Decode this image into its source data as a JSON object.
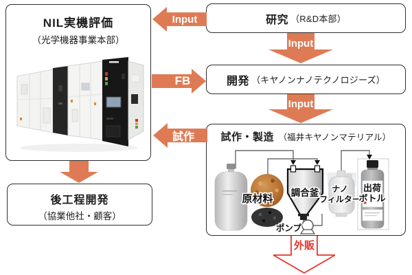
{
  "colors": {
    "arrow_orange": "#DE7B55",
    "arrow_red": "#E8352C",
    "box_border": "#2E2E2E"
  },
  "boxes": {
    "nil": {
      "title": "NIL実機評価",
      "subtitle": "（光学機器事業本部）"
    },
    "research": {
      "title": "研究",
      "subtitle": "（R&D本部）"
    },
    "develop": {
      "title": "開発",
      "subtitle": "（キヤノンナノテクノロジーズ）"
    },
    "trial": {
      "title": "試作・製造",
      "subtitle": "（福井キヤノンマテリアル）"
    },
    "post": {
      "title": "後工程開発",
      "subtitle": "（協業他社・顧客）"
    }
  },
  "arrows": {
    "input_top": "Input",
    "input_mid": "Input",
    "input_low": "Input",
    "fb": "FB",
    "trial": "試作",
    "sales": "外販"
  },
  "process": {
    "raw_material": "原材料",
    "mixing_vessel": "調合釜",
    "nano_filter_line1": "ナノ",
    "nano_filter_line2": "フィルター",
    "ship_bottle_line1": "出荷",
    "ship_bottle_line2": "ボトル",
    "pump": "ポンプ"
  }
}
